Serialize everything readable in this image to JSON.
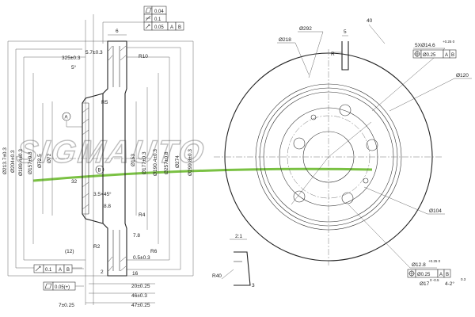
{
  "watermark": "SIGMAUTO",
  "colors": {
    "line": "#333333",
    "accent_green": "#7ac143",
    "watermark_stroke": "#bdbdbd"
  },
  "frames": {
    "top": {
      "rows": [
        [
          "0.04"
        ],
        [
          "0.1"
        ],
        [
          "0.05",
          "A",
          "B"
        ]
      ]
    },
    "bottom_runout": [
      "0.1",
      "A",
      "B"
    ],
    "bottom_flatness": "0.05(+)",
    "holes_position": [
      "Ø0.25",
      "A",
      "B"
    ],
    "studs_position": [
      "Ø0.25",
      "A",
      "B"
    ]
  },
  "side_view": {
    "horizontal_dims": {
      "width_6": "6",
      "d_57": "5.7±0.3",
      "d_325": "325±0.3",
      "angle_5": "5°",
      "r10": "R10",
      "r5": "R5",
      "d_32": "32",
      "chamfer": "3.5×45°",
      "d_88": "8.8",
      "r4": "R4",
      "d_78": "7.8",
      "d_12": "(12)",
      "r2": "R2",
      "d_05": "0.5±0.3",
      "r6": "R6",
      "d_16": "16",
      "d_2": "2",
      "d_20": "20±0.25",
      "d_46": "46±0.3",
      "d_47": "47±0.25",
      "d_7": "7±0.25"
    },
    "diameters": [
      "Ø213.7±0.3",
      "Ø204±0.3",
      "Ø189.4±0.3",
      "Ø157±0.3",
      "Ø72.5",
      "Ø72",
      "Ø153",
      "Ø177±0.3",
      "Ø190.4±0.3",
      "Ø257±0.8",
      "Ø274",
      "Ø299.8±0.3"
    ],
    "datum_a": "A",
    "datum_b": "B",
    "r40": "R40",
    "scale": "2:1",
    "d_3": "3"
  },
  "front_view": {
    "d_218": "Ø218",
    "d_292": "Ø292",
    "d_40": "40",
    "d_5": "5",
    "r_label": "R",
    "holes_callout": "5XØ14.6",
    "holes_tol": "+0.25\n0",
    "d_120": "Ø120",
    "d_104": "Ø104",
    "studs_callout": "Ø12.8",
    "studs_tol": "+0.25\n0",
    "d_17": "Ø17",
    "d_17_tol": "0\n-0.5",
    "angle_42": "4-2°",
    "angle_tol": "0.3"
  }
}
